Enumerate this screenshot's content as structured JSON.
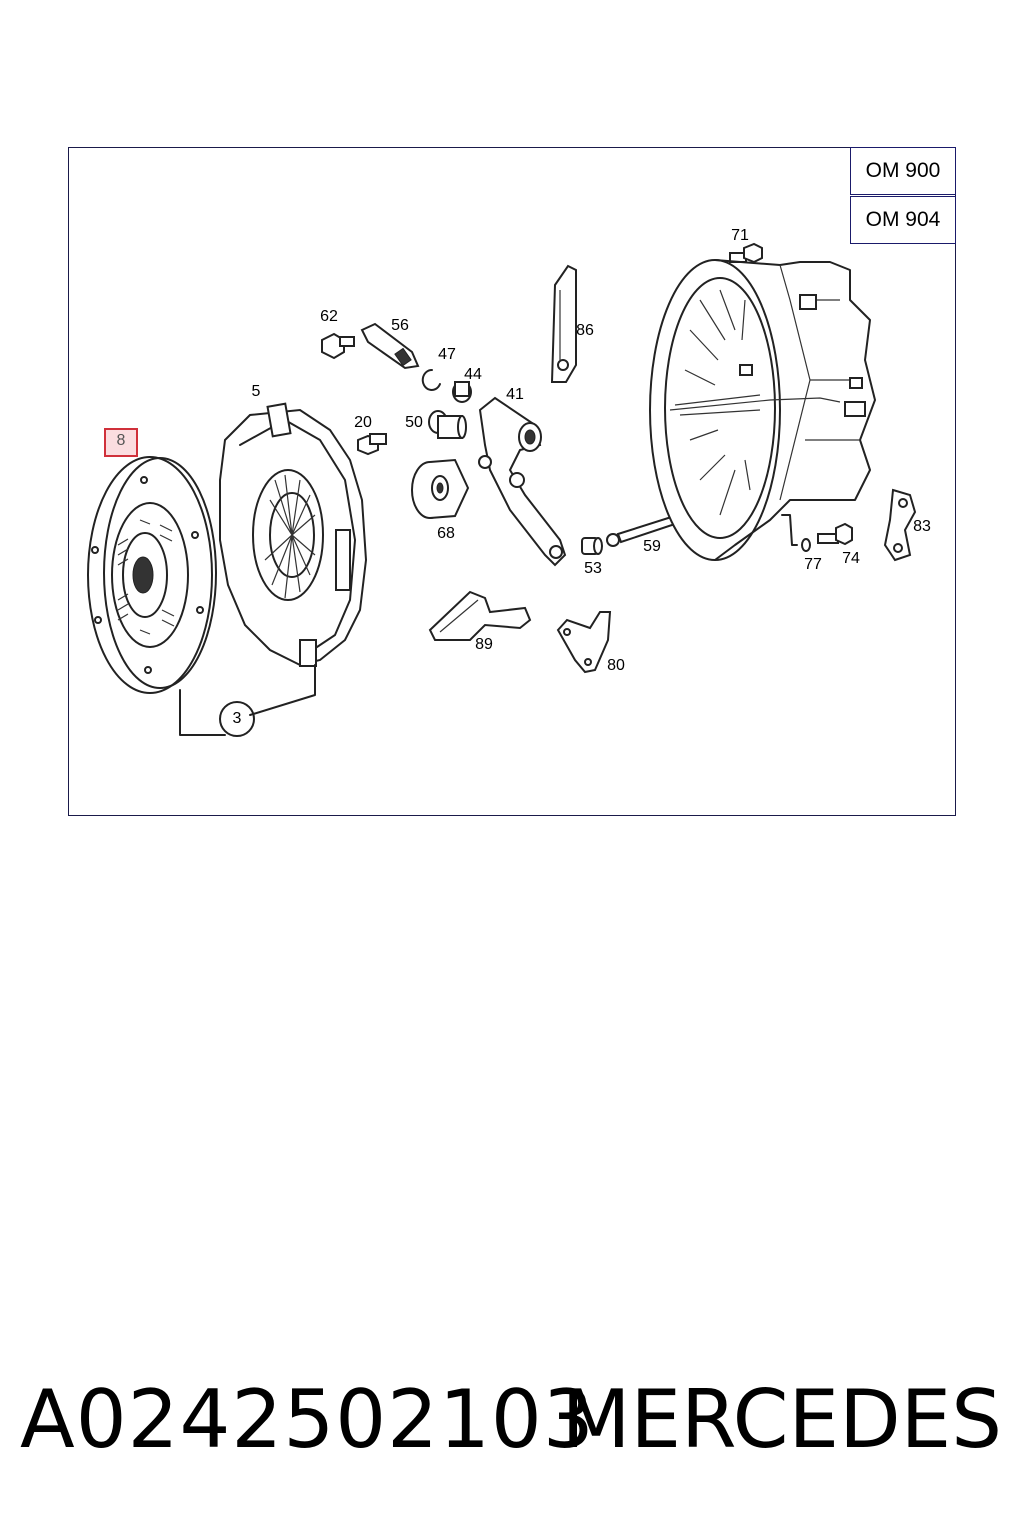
{
  "variants": [
    "OM 900",
    "OM 904"
  ],
  "highlighted_callout": "8",
  "callouts": [
    {
      "id": "c-71",
      "label": "71"
    },
    {
      "id": "c-86",
      "label": "86"
    },
    {
      "id": "c-62",
      "label": "62"
    },
    {
      "id": "c-56",
      "label": "56"
    },
    {
      "id": "c-47",
      "label": "47"
    },
    {
      "id": "c-44",
      "label": "44"
    },
    {
      "id": "c-41",
      "label": "41"
    },
    {
      "id": "c-5",
      "label": "5"
    },
    {
      "id": "c-20",
      "label": "20"
    },
    {
      "id": "c-50",
      "label": "50"
    },
    {
      "id": "c-68",
      "label": "68"
    },
    {
      "id": "c-53",
      "label": "53"
    },
    {
      "id": "c-59",
      "label": "59"
    },
    {
      "id": "c-77",
      "label": "77"
    },
    {
      "id": "c-74",
      "label": "74"
    },
    {
      "id": "c-83",
      "label": "83"
    },
    {
      "id": "c-89",
      "label": "89"
    },
    {
      "id": "c-80",
      "label": "80"
    },
    {
      "id": "c-3",
      "label": "3"
    }
  ],
  "footer": {
    "part_number": "A0242502103",
    "brand": "MERCEDES"
  },
  "colors": {
    "frame": "#1a1a4a",
    "highlight_border": "#d0303a",
    "highlight_fill": "#fbdde0"
  }
}
